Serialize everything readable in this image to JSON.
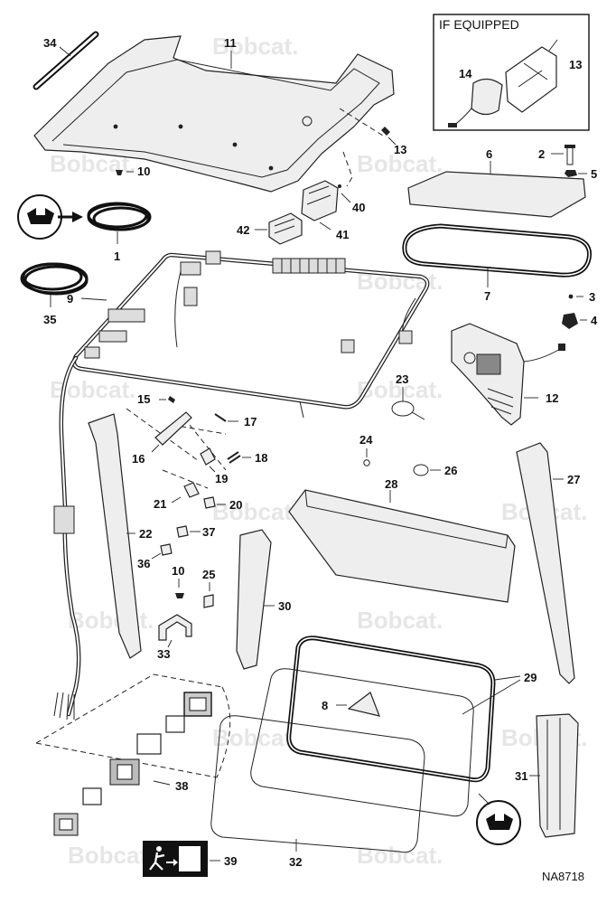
{
  "inset": {
    "title": "IF EQUIPPED"
  },
  "reference_code": "NA8718",
  "watermark": "Bobcat.",
  "callouts": {
    "c34": "34",
    "c11": "11",
    "c14": "14",
    "c13a": "13",
    "c13b": "13",
    "c10a": "10",
    "c2": "2",
    "c5": "5",
    "c6": "6",
    "c40": "40",
    "c42": "42",
    "c41": "41",
    "c1": "1",
    "c35": "35",
    "c9": "9",
    "c7": "7",
    "c3": "3",
    "c4": "4",
    "c12": "12",
    "c23": "23",
    "c15": "15",
    "c17": "17",
    "c16": "16",
    "c18": "18",
    "c19": "19",
    "c24": "24",
    "c26": "26",
    "c27": "27",
    "c28": "28",
    "c21": "21",
    "c20": "20",
    "c22": "22",
    "c37": "37",
    "c36": "36",
    "c10b": "10",
    "c25": "25",
    "c30": "30",
    "c33": "33",
    "c29": "29",
    "c8": "8",
    "c38": "38",
    "c31": "31",
    "c32": "32",
    "c39": "39"
  }
}
